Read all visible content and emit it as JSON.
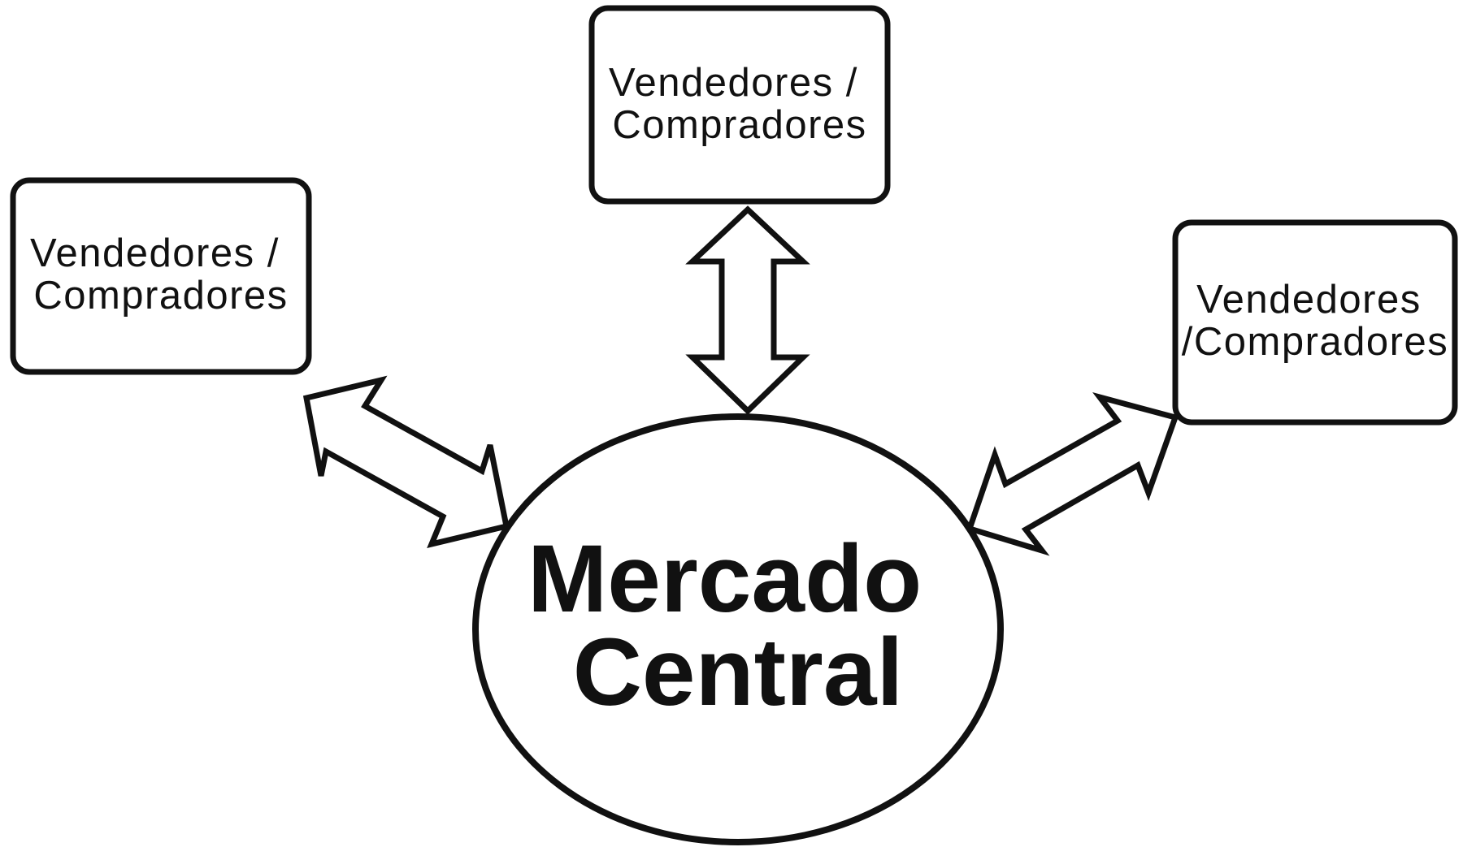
{
  "diagram": {
    "nodes": [
      {
        "id": "left",
        "lines": [
          "Vendedores /",
          "Compradores"
        ]
      },
      {
        "id": "top",
        "lines": [
          "Vendedores /",
          "Compradores"
        ]
      },
      {
        "id": "right",
        "lines": [
          "Vendedores",
          "/Compradores"
        ]
      }
    ],
    "center": {
      "lines": [
        "Mercado",
        "Central"
      ]
    },
    "edges": [
      {
        "from": "left",
        "to": "center",
        "type": "bidirectional"
      },
      {
        "from": "top",
        "to": "center",
        "type": "bidirectional"
      },
      {
        "from": "right",
        "to": "center",
        "type": "bidirectional"
      }
    ],
    "colors": {
      "stroke": "#111111",
      "fill": "#ffffff"
    }
  }
}
